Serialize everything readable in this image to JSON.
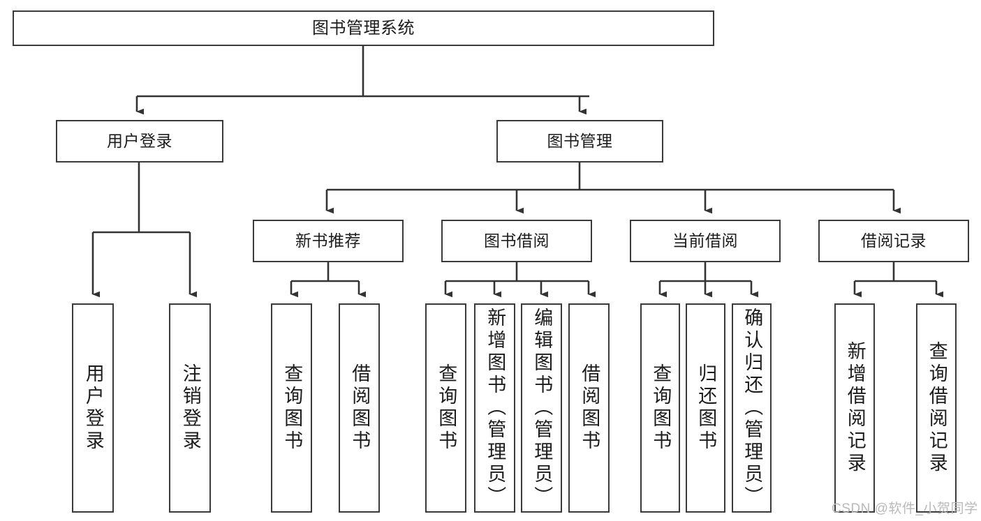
{
  "diagram": {
    "title": "图书管理系统",
    "type": "hierarchy-tree",
    "watermark": "CSDN @软件_小贺同学",
    "colors": {
      "box_border": "#3a3a3a",
      "box_fill": "#ffffff",
      "connector": "#333333",
      "text": "#1c1c1c",
      "watermark": "#b9b9b9"
    },
    "nodes": {
      "root": {
        "label": "图书管理系统",
        "level": 0
      },
      "level1": [
        {
          "id": "user-login",
          "label": "用户登录"
        },
        {
          "id": "book-management",
          "label": "图书管理"
        }
      ],
      "level2": [
        {
          "id": "new-book-recommend",
          "label": "新书推荐",
          "parent": "book-management"
        },
        {
          "id": "book-borrow",
          "label": "图书借阅",
          "parent": "book-management"
        },
        {
          "id": "current-borrow",
          "label": "当前借阅",
          "parent": "book-management"
        },
        {
          "id": "borrow-record",
          "label": "借阅记录",
          "parent": "book-management"
        }
      ],
      "leaves": [
        {
          "id": "leaf-user-login",
          "label": "用户登录",
          "parent": "user-login"
        },
        {
          "id": "leaf-logout-login",
          "label": "注销登录",
          "parent": "user-login"
        },
        {
          "id": "leaf-query-book-1",
          "label": "查询图书",
          "parent": "new-book-recommend"
        },
        {
          "id": "leaf-borrow-book-1",
          "label": "借阅图书",
          "parent": "new-book-recommend"
        },
        {
          "id": "leaf-query-book-2",
          "label": "查询图书",
          "parent": "book-borrow"
        },
        {
          "id": "leaf-add-book",
          "label": "新增图书（管理员）",
          "parent": "book-borrow"
        },
        {
          "id": "leaf-edit-book",
          "label": "编辑图书（管理员）",
          "parent": "book-borrow"
        },
        {
          "id": "leaf-borrow-book-2",
          "label": "借阅图书",
          "parent": "book-borrow"
        },
        {
          "id": "leaf-query-book-3",
          "label": "查询图书",
          "parent": "current-borrow"
        },
        {
          "id": "leaf-return-book",
          "label": "归还图书",
          "parent": "current-borrow"
        },
        {
          "id": "leaf-confirm-return",
          "label": "确认归还（管理员）",
          "parent": "current-borrow"
        },
        {
          "id": "leaf-add-record",
          "label": "新增借阅记录",
          "parent": "borrow-record"
        },
        {
          "id": "leaf-query-record",
          "label": "查询借阅记录",
          "parent": "borrow-record"
        }
      ]
    }
  }
}
